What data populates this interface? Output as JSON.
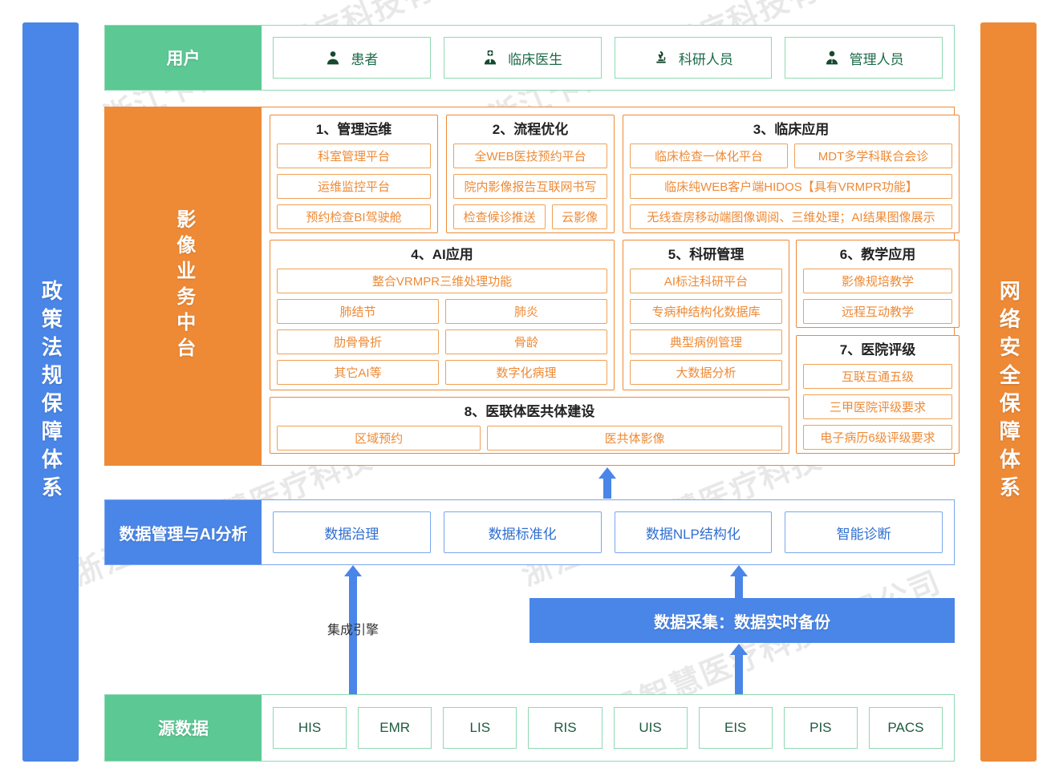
{
  "watermarks": [
    "浙江卡易智慧医疗科技有限公司",
    "浙江卡易智慧医疗科技有限公司",
    "浙江卡易智慧医疗科技有限公司",
    "浙江卡易智慧医疗科技有限公司",
    "浙江卡易智慧医疗科技有限公司",
    "浙江卡易智慧医疗科技有限公司"
  ],
  "colors": {
    "green": "#5CC894",
    "orange": "#EE8A36",
    "blue": "#4A86E8",
    "green_border": "#8fd9b4",
    "orange_border": "#F0A155",
    "blue_border": "#7aa7ee"
  },
  "pillars": {
    "left": "政策法规保障体系",
    "right": "网络安全保障体系"
  },
  "user_band": {
    "label": "用户",
    "items": [
      {
        "label": "患者",
        "icon": "user-icon"
      },
      {
        "label": "临床医生",
        "icon": "doctor-icon"
      },
      {
        "label": "科研人员",
        "icon": "microscope-icon"
      },
      {
        "label": "管理人员",
        "icon": "manager-icon"
      }
    ]
  },
  "middle_band": {
    "label": "影像业务中台",
    "sections": [
      {
        "title": "1、管理运维",
        "rows": [
          [
            "科室管理平台"
          ],
          [
            "运维监控平台"
          ],
          [
            "预约检查BI驾驶舱"
          ]
        ]
      },
      {
        "title": "2、流程优化",
        "rows": [
          [
            "全WEB医技预约平台"
          ],
          [
            "院内影像报告互联网书写"
          ],
          [
            "检查候诊推送",
            "云影像"
          ]
        ]
      },
      {
        "title": "3、临床应用",
        "rows": [
          [
            "临床检查一体化平台",
            "MDT多学科联合会诊"
          ],
          [
            "临床纯WEB客户端HIDOS【具有VRMPR功能】"
          ],
          [
            "无线查房移动端图像调阅、三维处理；AI结果图像展示"
          ]
        ]
      },
      {
        "title": "4、AI应用",
        "rows": [
          [
            "整合VRMPR三维处理功能"
          ],
          [
            "肺结节",
            "肺炎"
          ],
          [
            "肋骨骨折",
            "骨龄"
          ],
          [
            "其它AI等",
            "数字化病理"
          ]
        ]
      },
      {
        "title": "5、科研管理",
        "rows": [
          [
            "AI标注科研平台"
          ],
          [
            "专病种结构化数据库"
          ],
          [
            "典型病例管理"
          ],
          [
            "大数据分析"
          ]
        ]
      },
      {
        "title": "6、教学应用",
        "rows": [
          [
            "影像规培教学"
          ],
          [
            "远程互动教学"
          ]
        ]
      },
      {
        "title": "7、医院评级",
        "rows": [
          [
            "互联互通五级"
          ],
          [
            "三甲医院评级要求"
          ],
          [
            "电子病历6级评级要求"
          ]
        ]
      },
      {
        "title": "8、医联体医共体建设",
        "rows": [
          [
            "区域预约",
            "医共体影像"
          ]
        ]
      }
    ]
  },
  "data_band": {
    "label": "数据管理与AI分析",
    "items": [
      "数据治理",
      "数据标准化",
      "数据NLP结构化",
      "智能诊断"
    ]
  },
  "collect": {
    "bar_label": "数据采集：数据实时备份",
    "integration_label": "集成引擎"
  },
  "source_band": {
    "label": "源数据",
    "items": [
      "HIS",
      "EMR",
      "LIS",
      "RIS",
      "UIS",
      "EIS",
      "PIS",
      "PACS"
    ]
  }
}
